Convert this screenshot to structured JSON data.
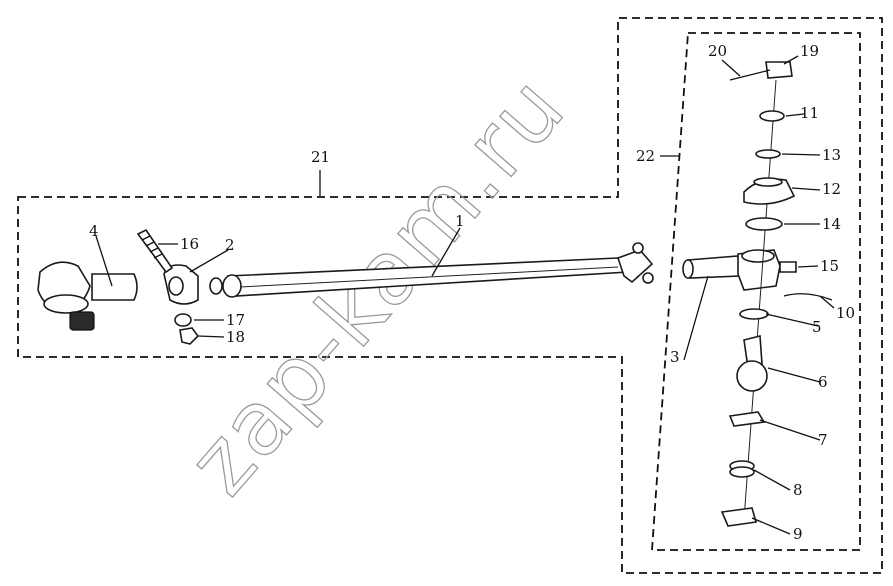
{
  "diagram": {
    "watermark": "zap-kam.ru",
    "group_labels": {
      "assembly": "21",
      "tie_rod_end": "22"
    },
    "callouts": [
      "1",
      "2",
      "3",
      "4",
      "5",
      "6",
      "7",
      "8",
      "9",
      "10",
      "11",
      "12",
      "13",
      "14",
      "15",
      "16",
      "17",
      "18",
      "19",
      "20"
    ]
  }
}
